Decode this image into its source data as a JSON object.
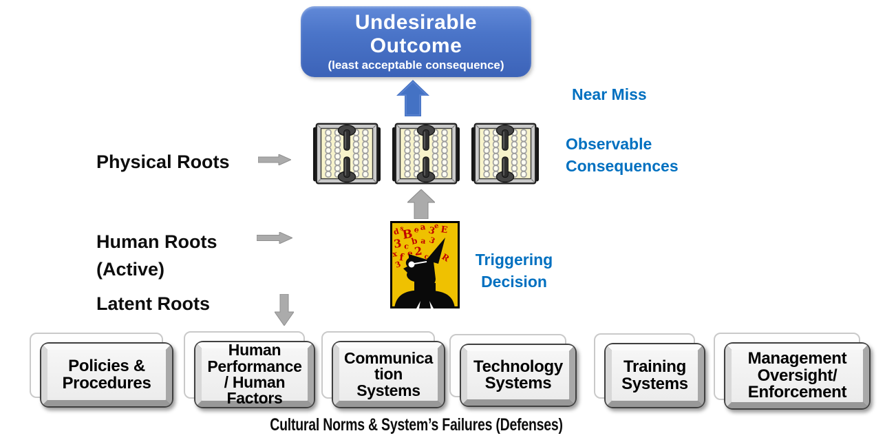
{
  "outcome": {
    "title": "Undesirable\nOutcome",
    "subtitle": "(least acceptable consequence)"
  },
  "labels": {
    "near_miss": "Near Miss",
    "observable_consequences": "Observable\nConsequences",
    "triggering_decision": "Triggering\nDecision",
    "physical_roots": "Physical Roots",
    "human_roots_line1": "Human Roots",
    "human_roots_line2": "(Active)",
    "latent_roots": "Latent Roots"
  },
  "defenses": {
    "caption": "Cultural Norms & System’s Failures (Defenses)",
    "items": [
      {
        "label": "Policies &\nProcedures"
      },
      {
        "label": "Human\nPerformance\n/ Human\nFactors"
      },
      {
        "label": "Communica\ntion\nSystems"
      },
      {
        "label": "Technology\nSystems"
      },
      {
        "label": "Training\nSystems"
      },
      {
        "label": "Management\nOversight/\nEnforcement"
      }
    ]
  },
  "icons": {
    "barriers": "chain-gate-barrier-icon (×3)",
    "decision": "open-head-ideas-icon",
    "blue_up_arrow": "up-arrow-icon",
    "gray_up_arrow": "up-arrow-icon",
    "right_arrows": "right-arrow-icon (×2)",
    "down_arrow": "down-arrow-icon"
  },
  "colors": {
    "outcome_box_blue": "#4472C4",
    "label_blue": "#0070C0",
    "arrow_gray": "#ABABAB",
    "barrier_panel_yellow": "#F7F3CB",
    "head_yellow": "#EFC101",
    "idea_glyph_red": "#C00000"
  }
}
